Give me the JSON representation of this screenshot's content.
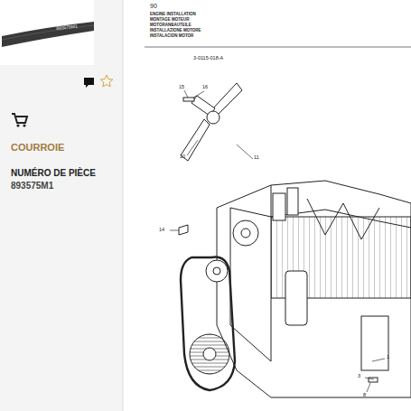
{
  "diagram": {
    "labels": [
      "90",
      "ENGINE INSTALLATION",
      "MONTAGE MOTEUR",
      "MOTORANBAUTEILE",
      "INSTALLAZIONE MOTORE",
      "INSTALACION MOTOR",
      "3-0115-018-A",
      "COURROIE",
      "NUMÉRO DE PIÈCE",
      "893575M1",
      "893575M1",
      "15",
      "16",
      "10",
      "11",
      "14",
      "1",
      "3",
      "8"
    ]
  }
}
